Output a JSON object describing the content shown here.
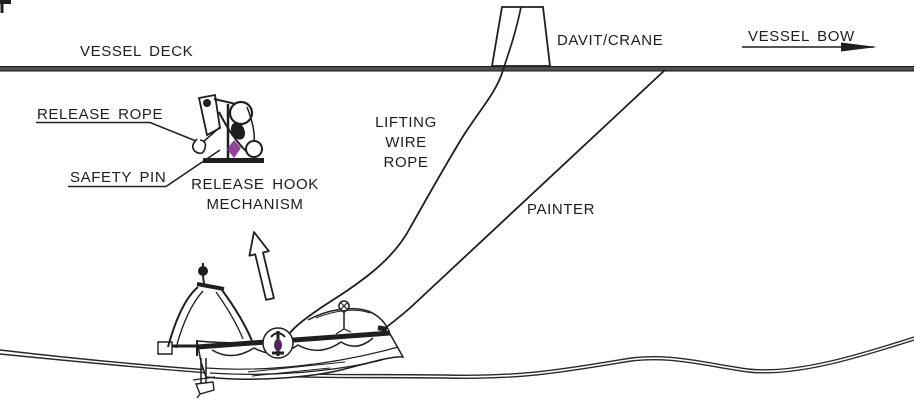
{
  "diagram": {
    "description": "Lifeboat launching arrangement technical diagram",
    "labels": {
      "vessel_deck": "VESSEL DECK",
      "davit_crane": "DAVIT/CRANE",
      "vessel_bow": "VESSEL BOW",
      "release_rope": "RELEASE ROPE",
      "safety_pin": "SAFETY PIN",
      "release_hook_mechanism_line1": "RELEASE HOOK",
      "release_hook_mechanism_line2": "MECHANISM",
      "lifting_wire_rope_line1": "LIFTING",
      "lifting_wire_rope_line2": "WIRE ROPE",
      "painter": "PAINTER"
    },
    "icons": {
      "vessel_bow_arrow": "right-arrow",
      "lowering_direction_arrow": "hollow-up-arrow"
    },
    "colors": {
      "line": "#1f1f1f",
      "deck_gray": "#4f4f4f",
      "safety_pin_marker": "#872f8f",
      "background": "#ffffff"
    }
  }
}
